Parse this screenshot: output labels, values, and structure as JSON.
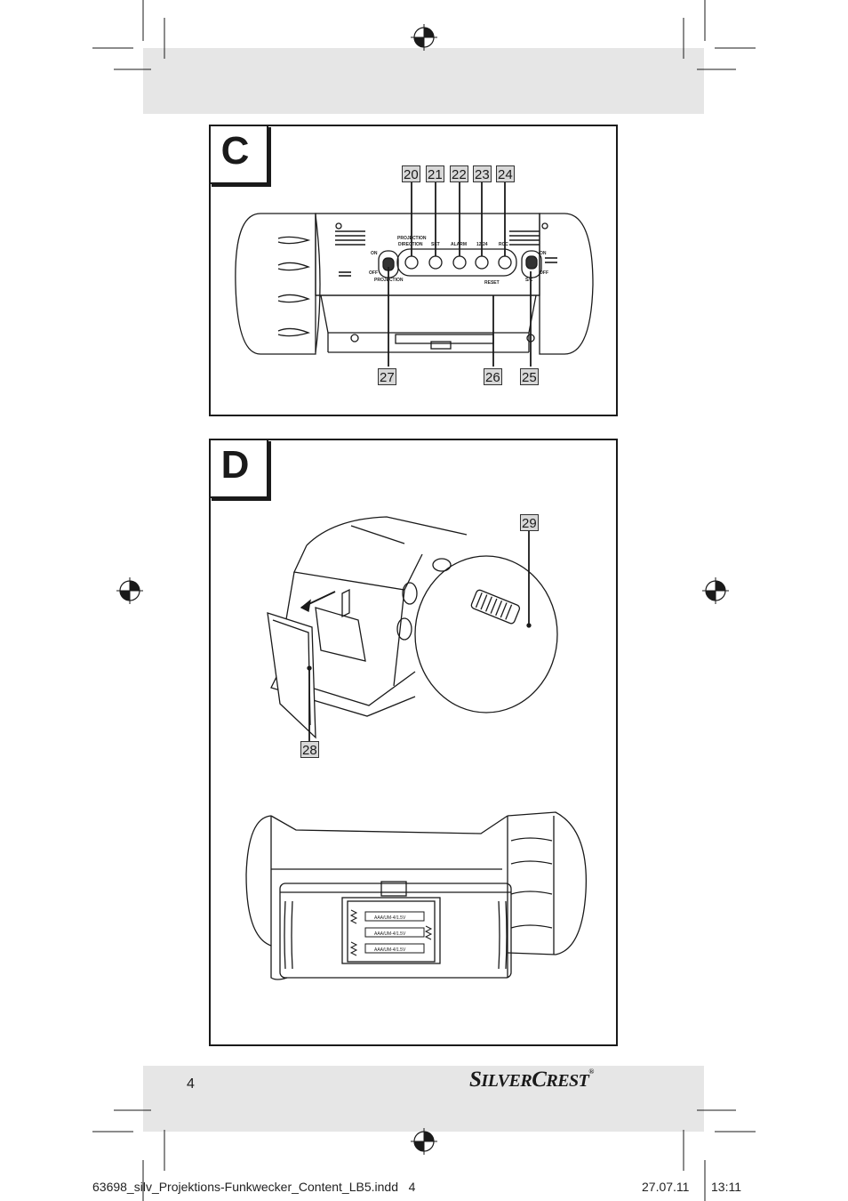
{
  "figures": {
    "C": {
      "letter": "C",
      "callouts": [
        "20",
        "21",
        "22",
        "23",
        "24",
        "25",
        "26",
        "27"
      ],
      "device_labels": {
        "projection_direction_1": "PROJECTION",
        "projection_direction_2": "DIRECTION",
        "set": "SET",
        "alarm": "ALARM",
        "hr_12_24": "12/24",
        "rcc": "RCC",
        "reset": "RESET",
        "on_left": "ON",
        "off_left": "OFF",
        "projection": "PROJECTION",
        "on_right": "ON",
        "off_right": "OFF",
        "sc": "S/C"
      }
    },
    "D": {
      "letter": "D",
      "callouts": [
        "29",
        "28"
      ],
      "battery_labels": [
        "AAA/UM-4/1.5V",
        "AAA/UM-4/1.5V",
        "AAA/UM-4/1.5V"
      ]
    }
  },
  "footer": {
    "page_number": "4",
    "brand": {
      "first_initial": "S",
      "first_rest": "ILVER",
      "second_initial": "C",
      "second_rest": "REST",
      "registered": "®"
    },
    "file_info": "63698_silv_Projektions-Funkwecker_Content_LB5.indd   4",
    "date": "27.07.11",
    "time": "13:11"
  }
}
